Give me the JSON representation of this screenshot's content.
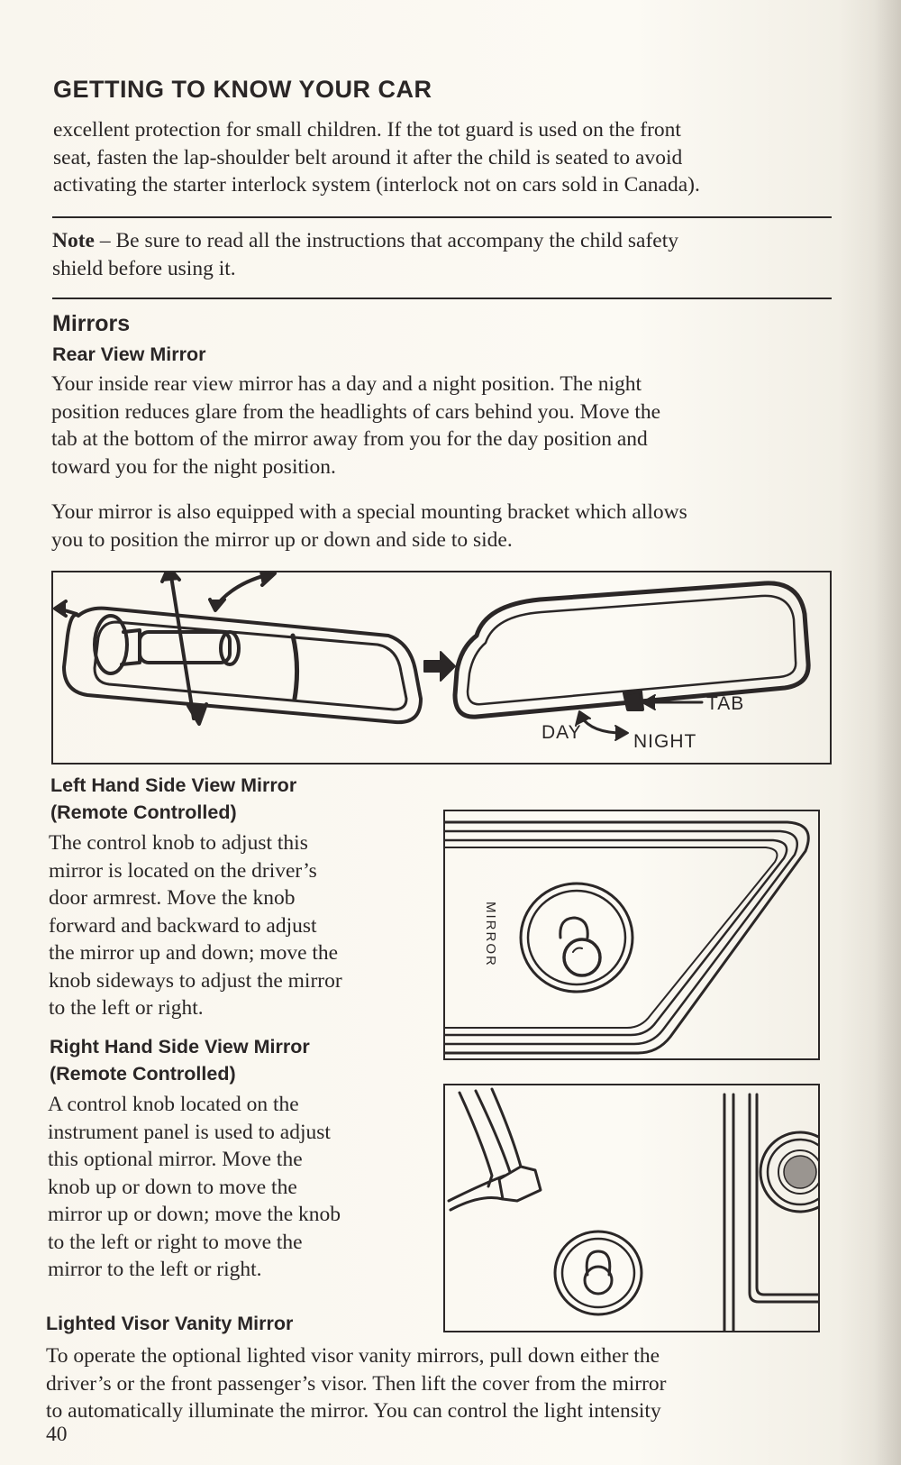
{
  "header": {
    "title": "GETTING TO KNOW YOUR CAR"
  },
  "intro": {
    "lines": [
      "excellent protection for small children.  If the tot guard is used on the front",
      "seat, fasten the lap-shoulder belt around it after the child is seated to avoid",
      "activating the starter interlock system (interlock not on cars sold in Canada)."
    ]
  },
  "note": {
    "label": "Note",
    "line1": " – Be sure to read all the instructions that accompany the child safety",
    "line2": "shield before using it."
  },
  "mirrors": {
    "heading": "Mirrors",
    "rear_view": {
      "heading": "Rear View Mirror",
      "para1": [
        "Your inside rear view mirror has a day and a night position.  The night",
        "position reduces glare from the headlights of cars behind you.  Move the",
        "tab at the bottom of the mirror away from you for the day position and",
        "toward you for the night position."
      ],
      "para2": [
        "Your mirror is also equipped with a special mounting bracket which allows",
        "you to position the mirror up or down and side to side."
      ],
      "figure_labels": {
        "tab": "TAB",
        "day": "DAY",
        "night": "NIGHT"
      }
    },
    "left_side": {
      "heading1": "Left Hand Side View Mirror",
      "heading2": "(Remote Controlled)",
      "lines": [
        "The control knob to adjust this",
        "mirror is located on the driver’s",
        "door armrest.  Move the knob",
        "forward and backward to adjust",
        "the mirror up and down; move the",
        "knob sideways to adjust the mirror",
        "to the left or right."
      ],
      "figure_label": "MIRROR"
    },
    "right_side": {
      "heading1": "Right Hand Side View Mirror",
      "heading2": "(Remote Controlled)",
      "lines": [
        "A control knob located on the",
        "instrument panel is used to adjust",
        "this optional mirror.  Move the",
        "knob up or down to move the",
        "mirror up or down; move the knob",
        "to the left or right to move the",
        "mirror to the left or right."
      ]
    },
    "visor": {
      "heading": "Lighted Visor Vanity Mirror",
      "lines": [
        "To operate the optional lighted visor vanity mirrors, pull down either the",
        "driver’s or the front passenger’s visor.  Then lift the cover from the mirror",
        "to automatically illuminate the mirror.  You can control the light intensity"
      ]
    }
  },
  "footer": {
    "page_number": "40"
  }
}
